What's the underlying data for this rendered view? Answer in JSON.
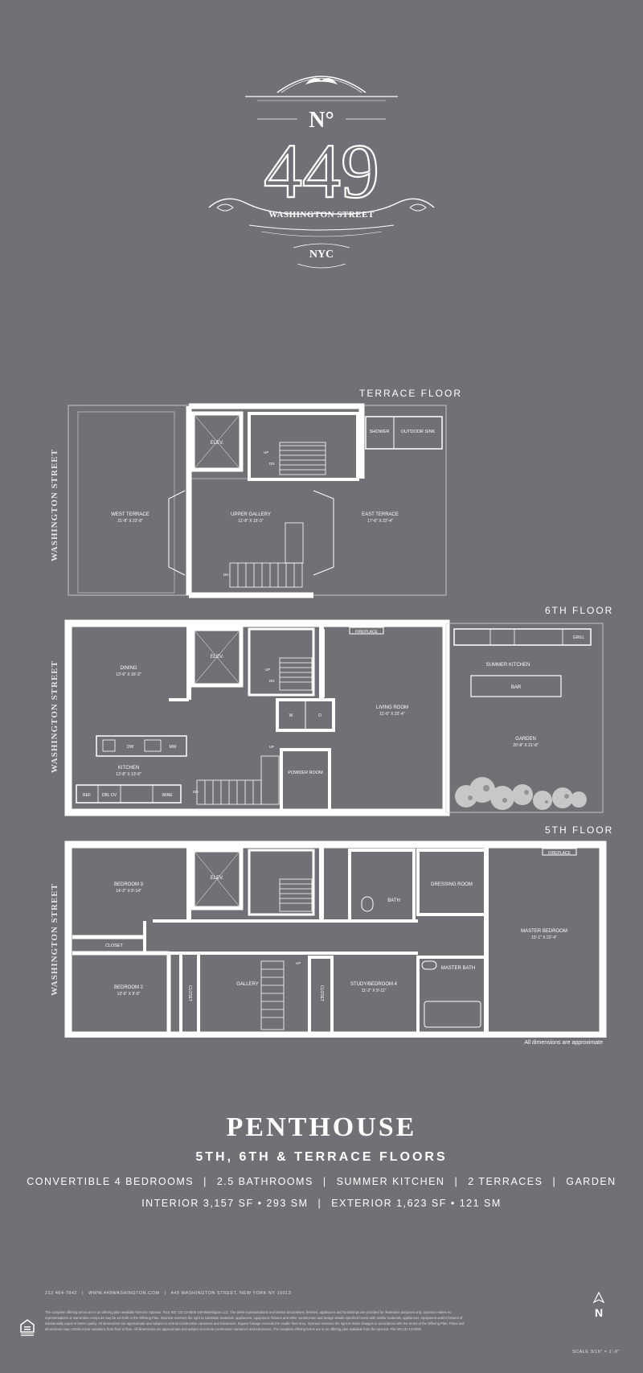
{
  "logo": {
    "number_prefix": "N°",
    "number": "449",
    "street": "WASHINGTON STREET",
    "city": "NYC"
  },
  "street_label": "WASHINGTON STREET",
  "floors": {
    "terrace": {
      "label": "TERRACE FLOOR",
      "rooms": [
        {
          "name": "WEST TERRACE",
          "dims": "21'-8\" X 22'-8\""
        },
        {
          "name": "UPPER GALLERY",
          "dims": "11'-8\" X 15'-3\""
        },
        {
          "name": "EAST TERRACE",
          "dims": "17'-6\" X 22'-4\""
        }
      ],
      "labels": {
        "elev": "ELEV.",
        "shower": "SHOWER",
        "sink": "OUTDOOR SINK",
        "up": "UP",
        "dn": "DN"
      }
    },
    "sixth": {
      "label": "6TH FLOOR",
      "rooms": [
        {
          "name": "DINING",
          "dims": "13'-6\" X 16'-2\""
        },
        {
          "name": "KITCHEN",
          "dims": "13'-8\" X 13'-6\""
        },
        {
          "name": "LIVING ROOM",
          "dims": "11'-6\" X 22'-4\""
        },
        {
          "name": "POWDER ROOM",
          "dims": ""
        },
        {
          "name": "GARDEN",
          "dims": "20'-8\" X 21'-8\""
        },
        {
          "name": "SUMMER KITCHEN",
          "dims": ""
        }
      ],
      "labels": {
        "elev": "ELEV.",
        "fireplace": "FIREPLACE",
        "grill": "GRILL",
        "bar": "BAR",
        "ref": "REF",
        "dbl_ov": "DBL OV",
        "wine": "WINE",
        "dw": "DW",
        "mw": "MW",
        "up": "UP",
        "dn": "DN",
        "w": "W",
        "d": "D"
      }
    },
    "fifth": {
      "label": "5TH FLOOR",
      "rooms": [
        {
          "name": "BEDROOM 3",
          "dims": "14'-2\" X 9'-14\""
        },
        {
          "name": "BEDROOM 2",
          "dims": "13'-6\" X 9'-5\""
        },
        {
          "name": "GALLERY",
          "dims": ""
        },
        {
          "name": "STUDY/BEDROOM 4",
          "dims": "11'-2\" X 9'-11\""
        },
        {
          "name": "DRESSING ROOM",
          "dims": ""
        },
        {
          "name": "BATH",
          "dims": ""
        },
        {
          "name": "MASTER BATH",
          "dims": ""
        },
        {
          "name": "MASTER BEDROOM",
          "dims": "15'-1\" X 22'-4\""
        }
      ],
      "labels": {
        "elev": "ELEV.",
        "closet": "CLOSET",
        "fireplace": "FIREPLACE",
        "up": "UP"
      }
    }
  },
  "approx_note": "All dimensions are approximate",
  "summary": {
    "title": "PENTHOUSE",
    "floors": "5TH, 6TH & TERRACE FLOORS",
    "features": [
      "CONVERTIBLE 4 BEDROOMS",
      "2.5 BATHROOMS",
      "SUMMER KITCHEN",
      "2 TERRACES",
      "GARDEN"
    ],
    "interior": "INTERIOR 3,157 SF • 293 SM",
    "exterior": "EXTERIOR 1,623 SF • 121 SM",
    "separator": "|"
  },
  "footer": {
    "phone": "212 464-7842",
    "website": "WWW.449WASHINGTON.COM",
    "address": "449 WASHINGTON STREET, NEW YORK NY 10013",
    "legal": "The complete offering terms are in an offering plan available from the Sponsor. FILE NO. CD 13-0009 449 Washington LLC. The artist representations and interior decorations, finishes, appliances and furnishings are provided for illustrative purposes only. Sponsor makes no representations or warranties except as may be set forth in the Offering Plan. Sponsor reserves the right to substitute materials, appliances, equipment, fixtures and other construction and design details specified herein with similar materials, appliances, equipment and/or fixtures of substantially equal or better quality. All dimensions are approximate and subject to normal construction variances and tolerances. Square footage exceeds the usable floor area. Sponsor reserves the right to make changes in accordance with the terms of the Offering Plan. Plans and dimensions may contain minor variations from floor to floor. All dimensions are approximate and subject to normal construction variances and tolerances. The complete offering terms are in an offering plan available from the sponsor. File NO.CD 13-0009.",
    "scale": "SCALE 3/16\" = 1'-0\"",
    "north": "N"
  }
}
